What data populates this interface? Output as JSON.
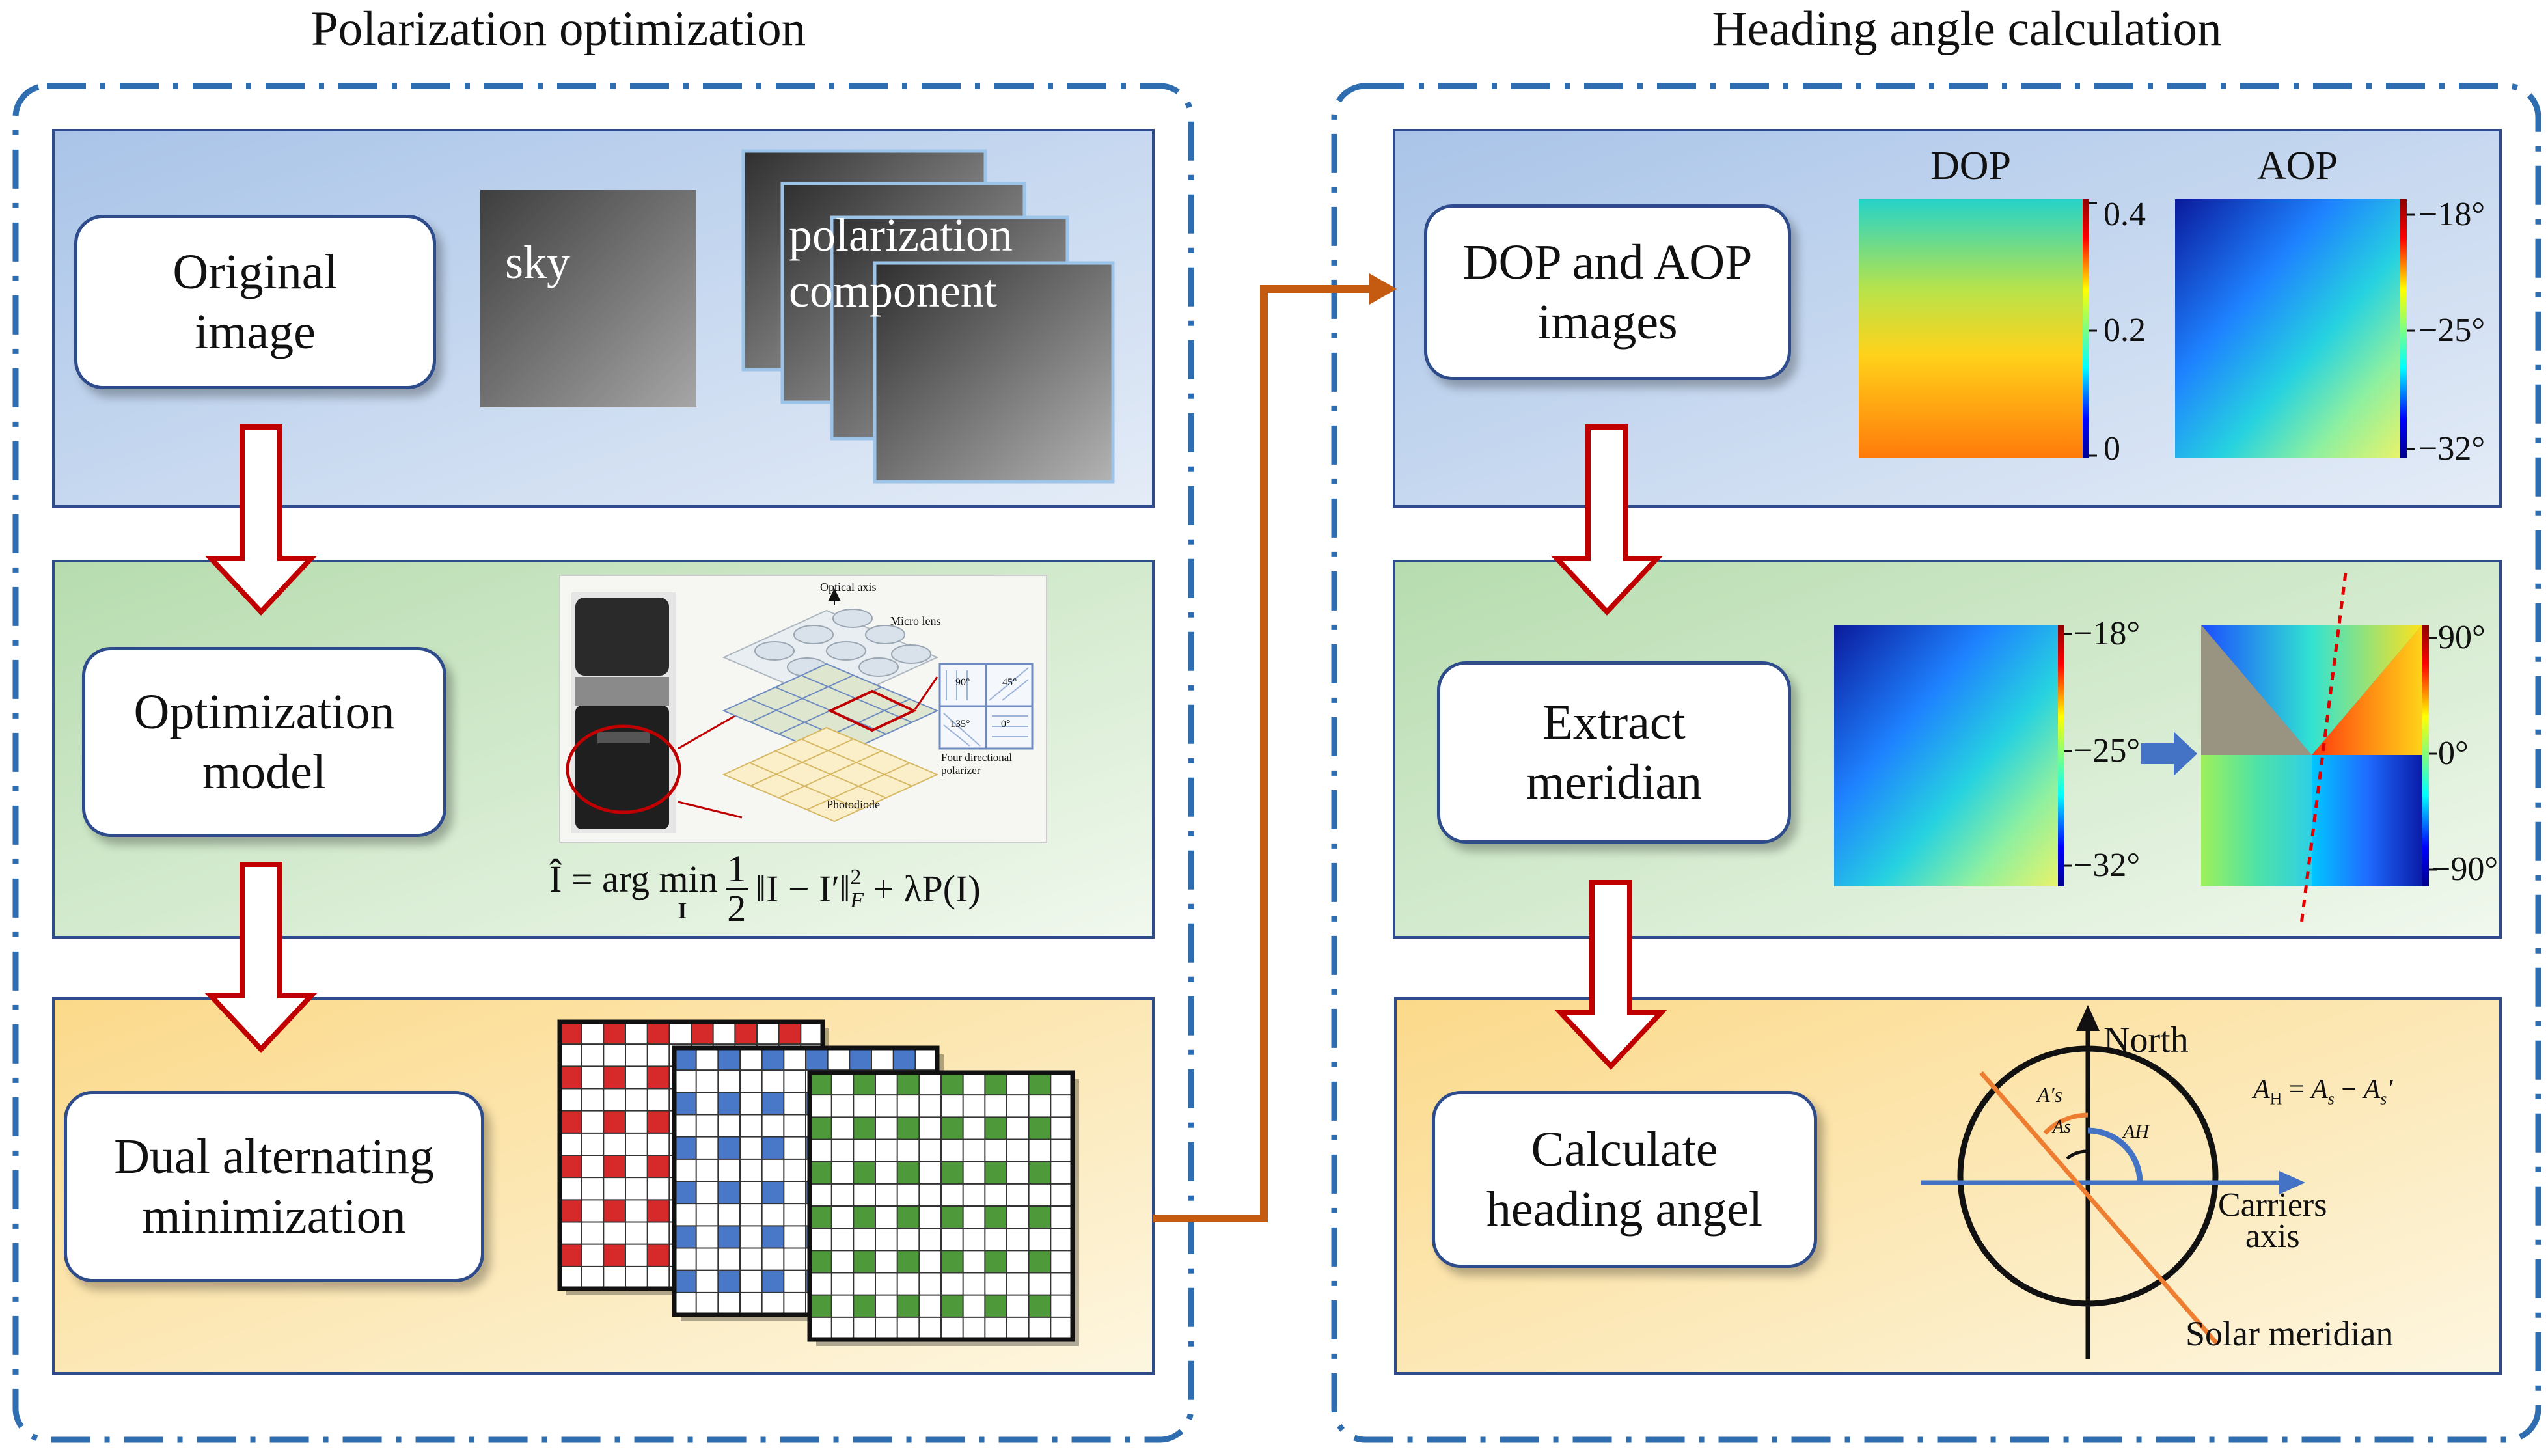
{
  "left_panel": {
    "title": "Polarization optimization",
    "steps": [
      {
        "line1": "Original",
        "line2": "image"
      },
      {
        "line1": "Optimization",
        "line2": "model"
      },
      {
        "line1": "Dual alternating",
        "line2": "minimization"
      }
    ],
    "sky_label": "sky",
    "component_label_1": "polarization",
    "component_label_2": "component",
    "camera_figure": {
      "optical_axis": "Optical axis",
      "micro_lens": "Micro lens",
      "four_directional_1": "Four directional",
      "four_directional_2": "polarizer",
      "photodiode": "Photodiode",
      "angle_90": "90°",
      "angle_45": "45°",
      "angle_135": "135°",
      "angle_0": "0°"
    },
    "formula": {
      "lhs": "Î = arg min",
      "sub_var": "I",
      "frac_num": "1",
      "frac_den": "2",
      "norm": "‖I − I′‖",
      "norm_sub": "F",
      "norm_sup": "2",
      "rest": "+ λP(I)"
    },
    "mosaic_colors": [
      "#d62a2a",
      "#4a78c8",
      "#4e9a3a"
    ]
  },
  "right_panel": {
    "title": "Heading angle calculation",
    "steps": [
      {
        "line1": "DOP and AOP",
        "line2": "images"
      },
      {
        "line1": "Extract",
        "line2": "meridian"
      },
      {
        "line1": "Calculate",
        "line2": "heading angel"
      }
    ],
    "dop_title": "DOP",
    "aop_title": "AOP",
    "dop_ticks": [
      "0.4",
      "0.2",
      "0"
    ],
    "aop_ticks": [
      "−18°",
      "−25°",
      "−32°"
    ],
    "meridian_left_ticks": [
      "−18°",
      "−25°",
      "−32°"
    ],
    "meridian_right_ticks": [
      "90°",
      "0°",
      "−90°"
    ],
    "north_label": "North",
    "carriers_label_1": "Carriers",
    "carriers_label_2": "axis",
    "solar_label": "Solar meridian",
    "angle_as_prime": "A′s",
    "angle_as": "As",
    "angle_ah": "AH",
    "formula": "A",
    "formula_sub_h": "H",
    "formula_eq": " = ",
    "formula_as": "A",
    "formula_sub_s": "s",
    "formula_minus": " − ",
    "formula_as2": "A",
    "formula_sub_s2": "s",
    "formula_prime": "′"
  },
  "colors": {
    "dashed_border": "#2e6db0",
    "box_border": "#2e4c8c",
    "arrow_red": "#c00000",
    "connector_orange": "#c55a11",
    "orange_line": "#ed7d31",
    "blue_line": "#4472c4"
  }
}
